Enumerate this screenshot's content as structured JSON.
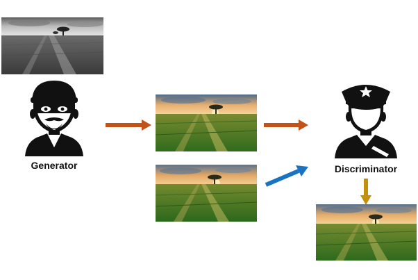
{
  "diagram": {
    "generator_label": "Generator",
    "discriminator_label": "Discriminator",
    "icons": {
      "generator": "masked-thief-icon",
      "discriminator": "police-officer-icon"
    },
    "images": {
      "input": "grayscale-field-image",
      "generated": "colorized-field-image",
      "real": "real-field-image",
      "output": "output-field-image"
    },
    "arrows": {
      "generator_to_generated": "#c0521a",
      "generated_to_discriminator": "#c0521a",
      "real_to_discriminator": "#1a73c0",
      "discriminator_to_output": "#c4900b"
    }
  }
}
